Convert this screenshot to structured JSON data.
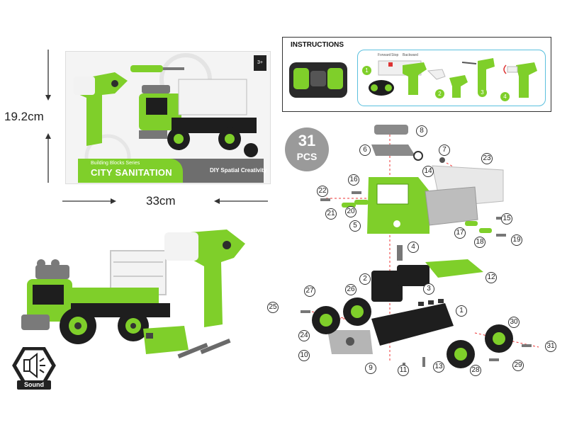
{
  "dimensions": {
    "height_label": "19.2cm",
    "width_label": "33cm"
  },
  "box": {
    "series": "Building Blocks Series",
    "title": "CITY SANITATION",
    "brand": "DIY Spatial Creativity",
    "age_badge": "3+"
  },
  "instructions": {
    "title": "INSTRUCTIONS",
    "tiny_labels": [
      "Forward",
      "Stop",
      "Backward"
    ],
    "steps": [
      "1",
      "2",
      "3",
      "4"
    ]
  },
  "pieces": {
    "count": "31",
    "label": "PCS"
  },
  "part_numbers": [
    "1",
    "2",
    "3",
    "4",
    "5",
    "6",
    "7",
    "8",
    "10",
    "11",
    "12",
    "13",
    "14",
    "15",
    "16",
    "17",
    "18",
    "19",
    "20",
    "21",
    "22",
    "23",
    "24",
    "25",
    "26",
    "27",
    "28",
    "29",
    "30",
    "31",
    "9"
  ],
  "sound_badge": {
    "label": "Sound"
  },
  "colors": {
    "toy_green": "#7fcf2a",
    "dark_green": "#4f9a12",
    "gray": "#8a8a8a",
    "black": "#1e1e1e",
    "white": "#f3f3f3"
  }
}
